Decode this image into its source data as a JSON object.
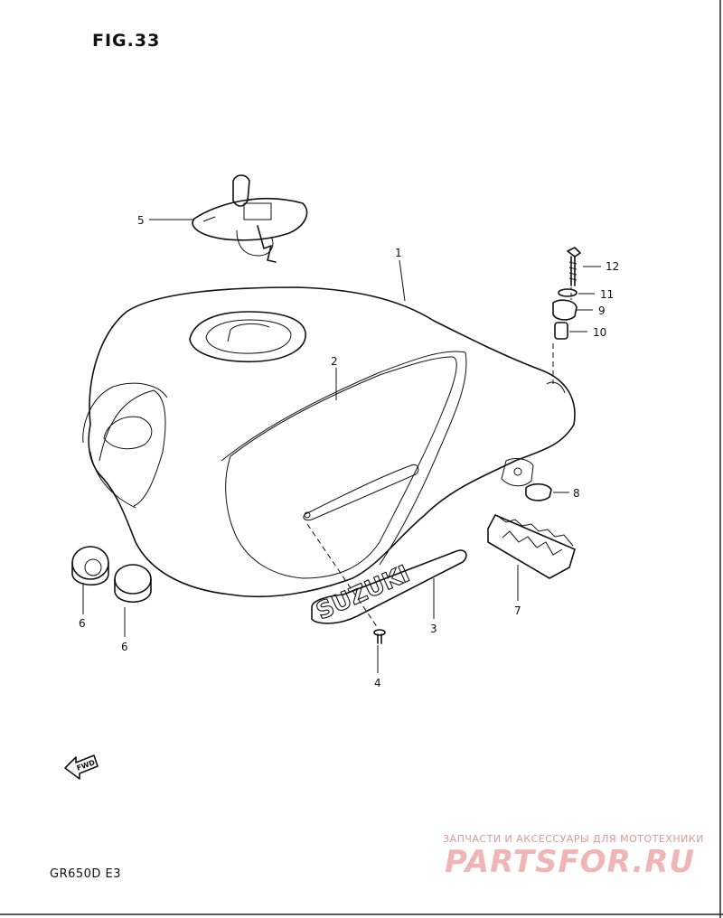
{
  "figure_title": "FIG.33",
  "model_code": "GR650D E3",
  "emblem_text": "SUZUKI",
  "fwd_label": "FWD",
  "watermark": {
    "tagline": "ЗАПЧАСТИ И АКСЕССУАРЫ ДЛЯ МОТОТЕХНИКИ",
    "logo": "PARTSFOR.RU"
  },
  "callouts": {
    "c1": "1",
    "c2": "2",
    "c3": "3",
    "c4": "4",
    "c5": "5",
    "c6a": "6",
    "c6b": "6",
    "c7": "7",
    "c8": "8",
    "c9": "9",
    "c10": "10",
    "c11": "11",
    "c12": "12"
  }
}
